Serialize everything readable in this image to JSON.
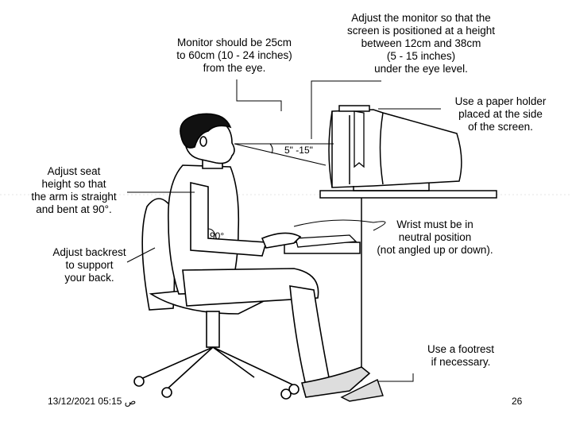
{
  "annotations": {
    "monitor_distance": [
      "Monitor should be 25cm",
      "to 60cm (10 - 24 inches)",
      "from the eye."
    ],
    "monitor_height": [
      "Adjust the monitor so that the",
      "screen is positioned at a height",
      "between 12cm and 38cm",
      "(5 - 15 inches)",
      "under the eye level."
    ],
    "paper_holder": [
      "Use a paper holder",
      "placed at the side",
      "of the screen."
    ],
    "seat_height": [
      "Adjust seat",
      "height so that",
      "the arm is straight",
      "and bent at 90°."
    ],
    "wrist": [
      "Wrist must be in",
      "neutral position",
      "(not angled up or down)."
    ],
    "backrest": [
      "Adjust backrest",
      "to support",
      "your back."
    ],
    "footrest": [
      "Use a footrest",
      "if necessary."
    ],
    "angle_range": "5\" -15\"",
    "elbow_angle": "90°"
  },
  "footer": {
    "datetime": "ص 05:15 13/12/2021",
    "page_number": "26"
  }
}
